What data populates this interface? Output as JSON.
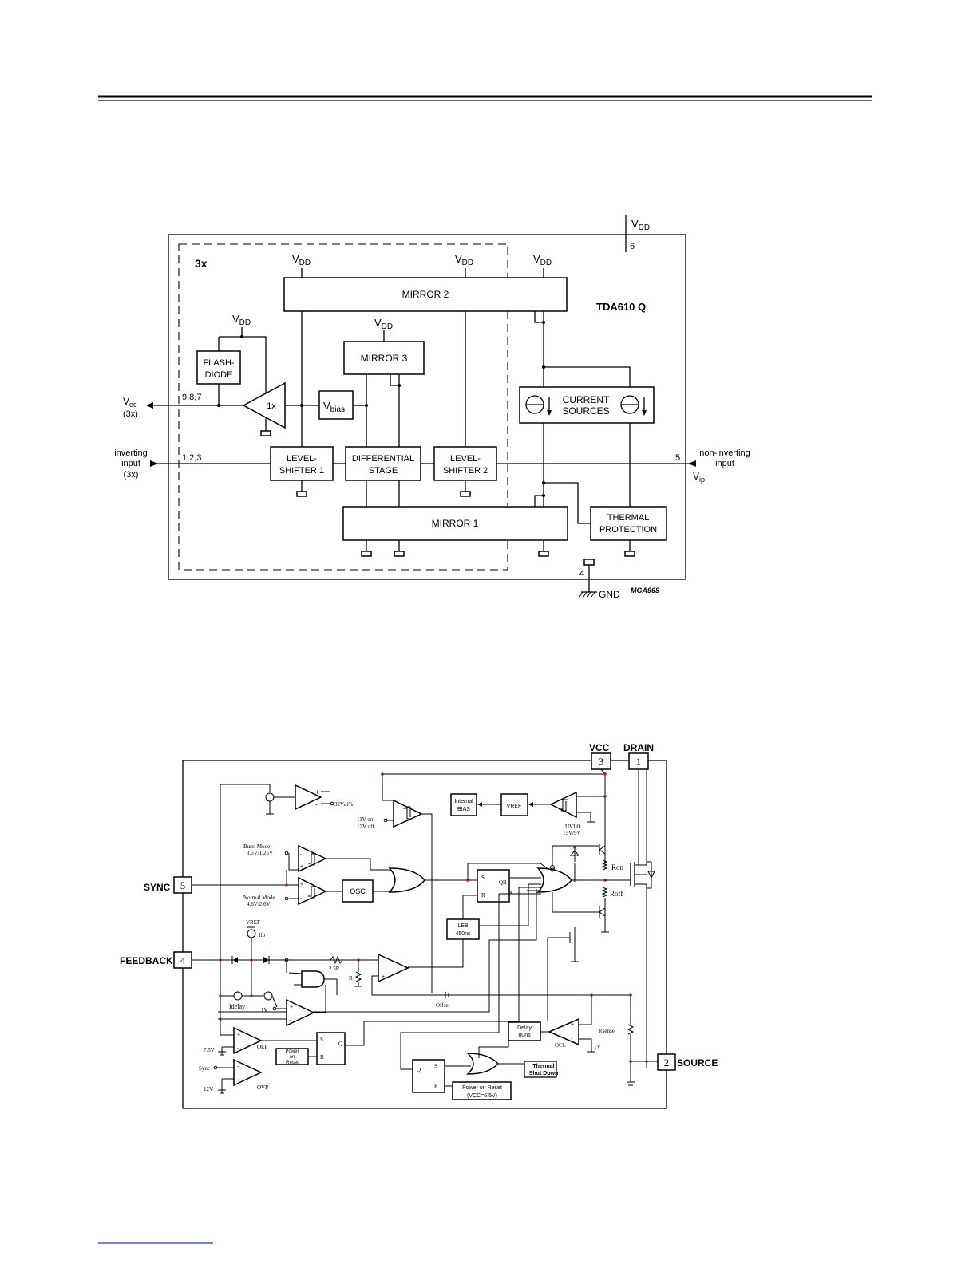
{
  "diagram1": {
    "block_count": "3x",
    "vdd_labels": [
      "V",
      "DD"
    ],
    "vdd_pin": "6",
    "chip_name": "TDA610  Q",
    "mirror1": "MIRROR 1",
    "mirror2": "MIRROR 2",
    "mirror3": "MIRROR 3",
    "flash_diode": [
      "FLASH-",
      "DIODE"
    ],
    "buffer": "1x",
    "vbias": [
      "V",
      "bias"
    ],
    "current_sources": [
      "CURRENT",
      "SOURCES"
    ],
    "level_shifter_1": [
      "LEVEL-",
      "SHIFTER 1"
    ],
    "differential_stage": [
      "DIFFERENTIAL",
      "STAGE"
    ],
    "level_shifter_2": [
      "LEVEL-",
      "SHIFTER 2"
    ],
    "thermal_protection": [
      "THERMAL",
      "PROTECTION"
    ],
    "voc_pins": "9,8,7",
    "voc_label": [
      "V",
      "oc",
      "(3x)"
    ],
    "inv_pins": "1,2,3",
    "inv_label": [
      "inverting",
      "input",
      "(3x)"
    ],
    "noninv_pin": "5",
    "noninv_label": [
      "non-inverting",
      "input",
      "V",
      "ip"
    ],
    "gnd_pin": "4",
    "gnd_label": "GND",
    "figure_code": "MGA968"
  },
  "diagram2": {
    "vcc": "VCC",
    "vcc_pin": "3",
    "drain": "DRAIN",
    "drain_pin": "1",
    "sync": "SYNC",
    "sync_pin": "5",
    "feedback": "FEEDBACK",
    "feedback_pin": "4",
    "source": "SOURCE",
    "source_pin": "2",
    "v32": "32Vdi%",
    "v11on": "11V on",
    "v12off": "12V off",
    "internal_bias": [
      "Internal",
      "BIAS"
    ],
    "vref_box": "VREF",
    "uvlo": [
      "UVLO",
      "15V/9V"
    ],
    "burst_mode": [
      "Burst Mode",
      "3.5V/1.25V"
    ],
    "normal_mode": [
      "Normal Mode",
      "4.6V/2.6V"
    ],
    "osc": "OSC",
    "sr_s": "S",
    "sr_r": "R",
    "sr_qb": "QB",
    "leb": [
      "LEB",
      "450ns"
    ],
    "ron": "Ron",
    "roff": "Roff",
    "vref_small": "VREF",
    "ifb": "Ifb",
    "r25": "2.5R",
    "r_label": "R",
    "idelay": "Idelay",
    "v1": "1V",
    "offset": "Offset",
    "olp": "OLP",
    "v75": "7.5V",
    "power_on_reset": [
      "Power",
      "on",
      "Reset"
    ],
    "q_label": "Q",
    "sync_small": "Sync",
    "ovp": "OVP",
    "v12": "12V",
    "delay": [
      "Delay",
      "80ns"
    ],
    "ocl": "OCL",
    "rsense": "Rsense",
    "v1b": "1V",
    "thermal_shutdown": [
      "Thermal",
      "Shut Down"
    ],
    "por_vcc": [
      "Power on  Reset",
      "(VCC=6.5V)"
    ]
  }
}
